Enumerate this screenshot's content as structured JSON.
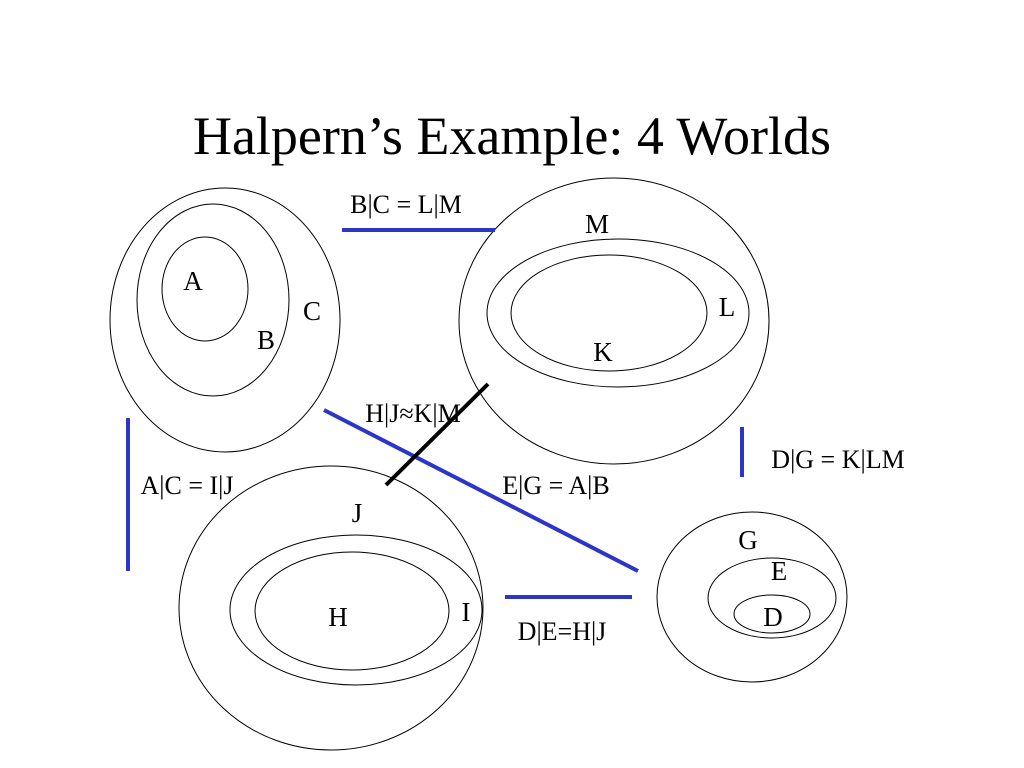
{
  "slide": {
    "title": "Halpern’s Example: 4 Worlds"
  },
  "worlds": {
    "world1": {
      "labels": {
        "a": "A",
        "b": "B",
        "c": "C"
      }
    },
    "world2": {
      "labels": {
        "m": "M",
        "l": "L",
        "k": "K"
      }
    },
    "world3": {
      "labels": {
        "j": "J",
        "i": "I",
        "h": "H"
      }
    },
    "world4": {
      "labels": {
        "g": "G",
        "e": "E",
        "d": "D"
      }
    }
  },
  "relations": {
    "bc_lm": "B|C = L|M",
    "hj_km": "H|J≈K|M",
    "ac_ij": "A|C = I|J",
    "eg_ab": "E|G = A|B",
    "dg_klm": "D|G = K|LM",
    "de_hj": "D|E=H|J"
  },
  "colors": {
    "relation_line": "#2b35c7",
    "cross_line": "#000000",
    "ellipse_stroke": "#000000",
    "text": "#000000"
  }
}
